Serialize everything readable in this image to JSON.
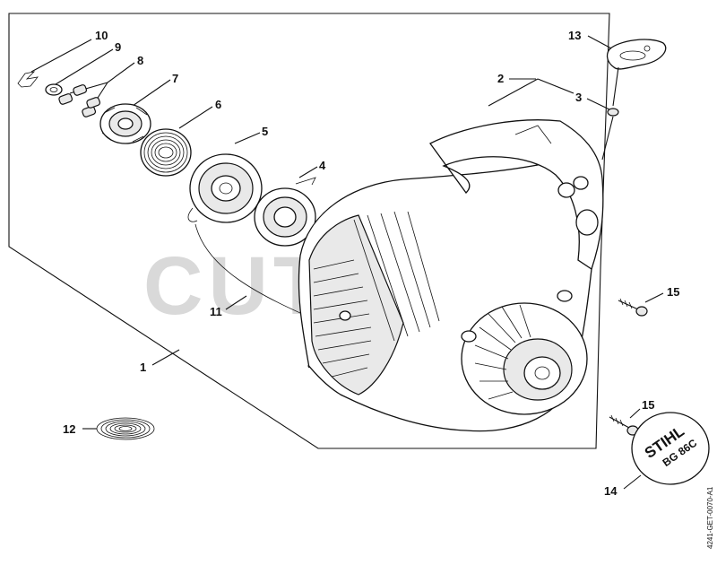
{
  "diagram": {
    "watermark": "CUTTER'S",
    "drawing_code": "4241-GET-0070-A1",
    "logo": {
      "brand": "STIHL",
      "model": "BG 86C"
    },
    "callouts": [
      {
        "id": "callout-1",
        "label": "1"
      },
      {
        "id": "callout-2",
        "label": "2"
      },
      {
        "id": "callout-3",
        "label": "3"
      },
      {
        "id": "callout-4",
        "label": "4"
      },
      {
        "id": "callout-5",
        "label": "5"
      },
      {
        "id": "callout-6",
        "label": "6"
      },
      {
        "id": "callout-7",
        "label": "7"
      },
      {
        "id": "callout-8",
        "label": "8"
      },
      {
        "id": "callout-9",
        "label": "9"
      },
      {
        "id": "callout-10",
        "label": "10"
      },
      {
        "id": "callout-11",
        "label": "11"
      },
      {
        "id": "callout-12",
        "label": "12"
      },
      {
        "id": "callout-13",
        "label": "13"
      },
      {
        "id": "callout-14",
        "label": "14"
      },
      {
        "id": "callout-15a",
        "label": "15"
      },
      {
        "id": "callout-15b",
        "label": "15"
      }
    ]
  }
}
